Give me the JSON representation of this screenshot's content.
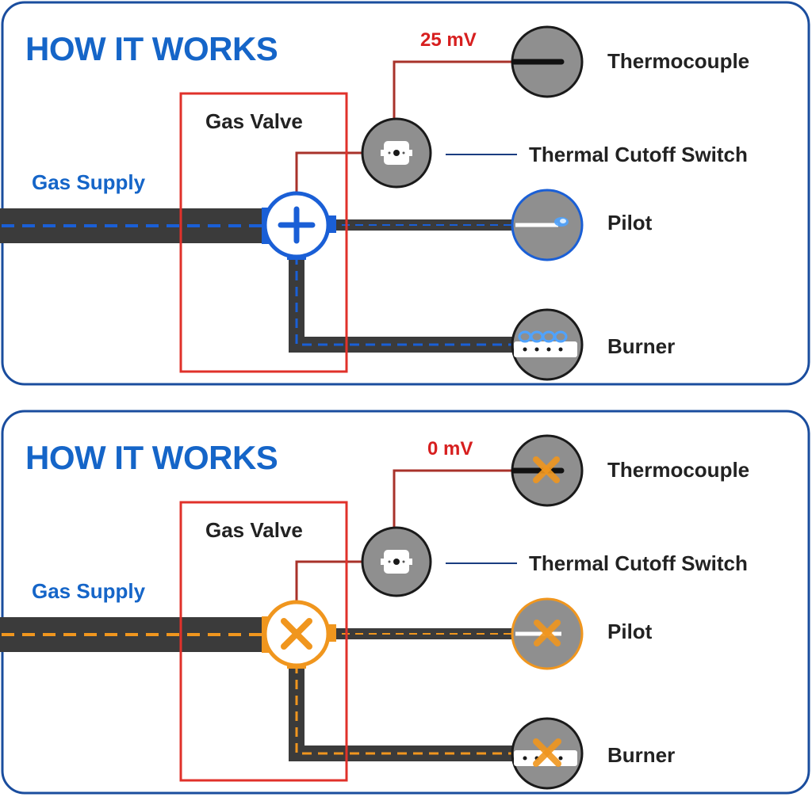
{
  "colors": {
    "frame": "#1a4d9e",
    "heading": "#1565c8",
    "valve_box": "#e0312a",
    "pipe": "#3b3b3b",
    "gas_on": "#1a5fd6",
    "gas_off": "#f0961e",
    "wire_red": "#a8322a",
    "device_fill": "#8f8f8f",
    "device_stroke": "#1a1a1a",
    "voltage": "#d71f1f",
    "flame": "#4fa3ff"
  },
  "panels": [
    {
      "state": "on",
      "heading": "HOW IT WORKS",
      "gas_supply_label": "Gas Supply",
      "gas_valve_label": "Gas Valve",
      "voltage": "25 mV",
      "valve_icon": "plus-icon",
      "components": {
        "thermocouple": "Thermocouple",
        "thermal_cutoff": "Thermal Cutoff Switch",
        "pilot": "Pilot",
        "burner": "Burner"
      }
    },
    {
      "state": "off",
      "heading": "HOW IT WORKS",
      "gas_supply_label": "Gas Supply",
      "gas_valve_label": "Gas Valve",
      "voltage": "0 mV",
      "valve_icon": "x-icon",
      "components": {
        "thermocouple": "Thermocouple",
        "thermal_cutoff": "Thermal Cutoff Switch",
        "pilot": "Pilot",
        "burner": "Burner"
      }
    }
  ]
}
